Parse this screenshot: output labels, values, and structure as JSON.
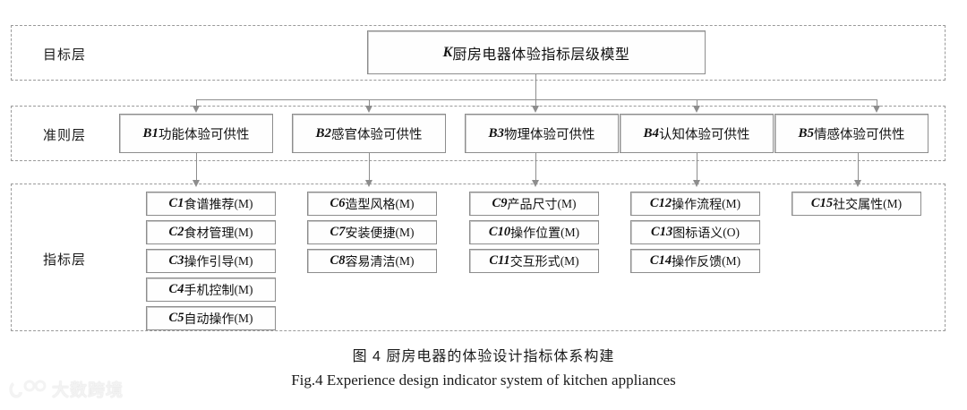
{
  "figure": {
    "layers": [
      {
        "id": "goal",
        "label": "目标层"
      },
      {
        "id": "criteria",
        "label": "准则层"
      },
      {
        "id": "indicator",
        "label": "指标层"
      }
    ],
    "goal": {
      "code": "K",
      "name": "厨房电器体验指标层级模型"
    },
    "criteria": [
      {
        "code": "B1",
        "name": "功能体验可供性"
      },
      {
        "code": "B2",
        "name": "感官体验可供性"
      },
      {
        "code": "B3",
        "name": "物理体验可供性"
      },
      {
        "code": "B4",
        "name": "认知体验可供性"
      },
      {
        "code": "B5",
        "name": "情感体验可供性"
      }
    ],
    "indicators": {
      "col1": [
        {
          "code": "C1",
          "name": "食谱推荐",
          "suffix": "(M)"
        },
        {
          "code": "C2",
          "name": "食材管理",
          "suffix": "(M)"
        },
        {
          "code": "C3",
          "name": "操作引导",
          "suffix": "(M)"
        },
        {
          "code": "C4",
          "name": "手机控制",
          "suffix": "(M)"
        },
        {
          "code": "C5",
          "name": "自动操作",
          "suffix": "(M)"
        }
      ],
      "col2": [
        {
          "code": "C6",
          "name": "造型风格",
          "suffix": "(M)"
        },
        {
          "code": "C7",
          "name": "安装便捷",
          "suffix": "(M)"
        },
        {
          "code": "C8",
          "name": "容易清洁",
          "suffix": "(M)"
        }
      ],
      "col3": [
        {
          "code": "C9",
          "name": "产品尺寸",
          "suffix": "(M)"
        },
        {
          "code": "C10",
          "name": "操作位置",
          "suffix": "(M)"
        },
        {
          "code": "C11",
          "name": "交互形式",
          "suffix": "(M)"
        }
      ],
      "col4": [
        {
          "code": "C12",
          "name": "操作流程",
          "suffix": "(M)"
        },
        {
          "code": "C13",
          "name": "图标语义",
          "suffix": "(O)"
        },
        {
          "code": "C14",
          "name": "操作反馈",
          "suffix": "(M)"
        }
      ],
      "col5": [
        {
          "code": "C15",
          "name": "社交属性",
          "suffix": "(M)"
        }
      ]
    },
    "caption": {
      "cn": "图 4   厨房电器的体验设计指标体系构建",
      "en": "Fig.4 Experience design indicator system of kitchen appliances"
    },
    "watermark": {
      "text": "大数跨境"
    },
    "colors": {
      "border": "#8d8d8d",
      "dashed_band": "#9a9a9a",
      "text": "#1a1a1a",
      "box_fill": "#fefefe",
      "connector": "#8d8d8d"
    }
  }
}
